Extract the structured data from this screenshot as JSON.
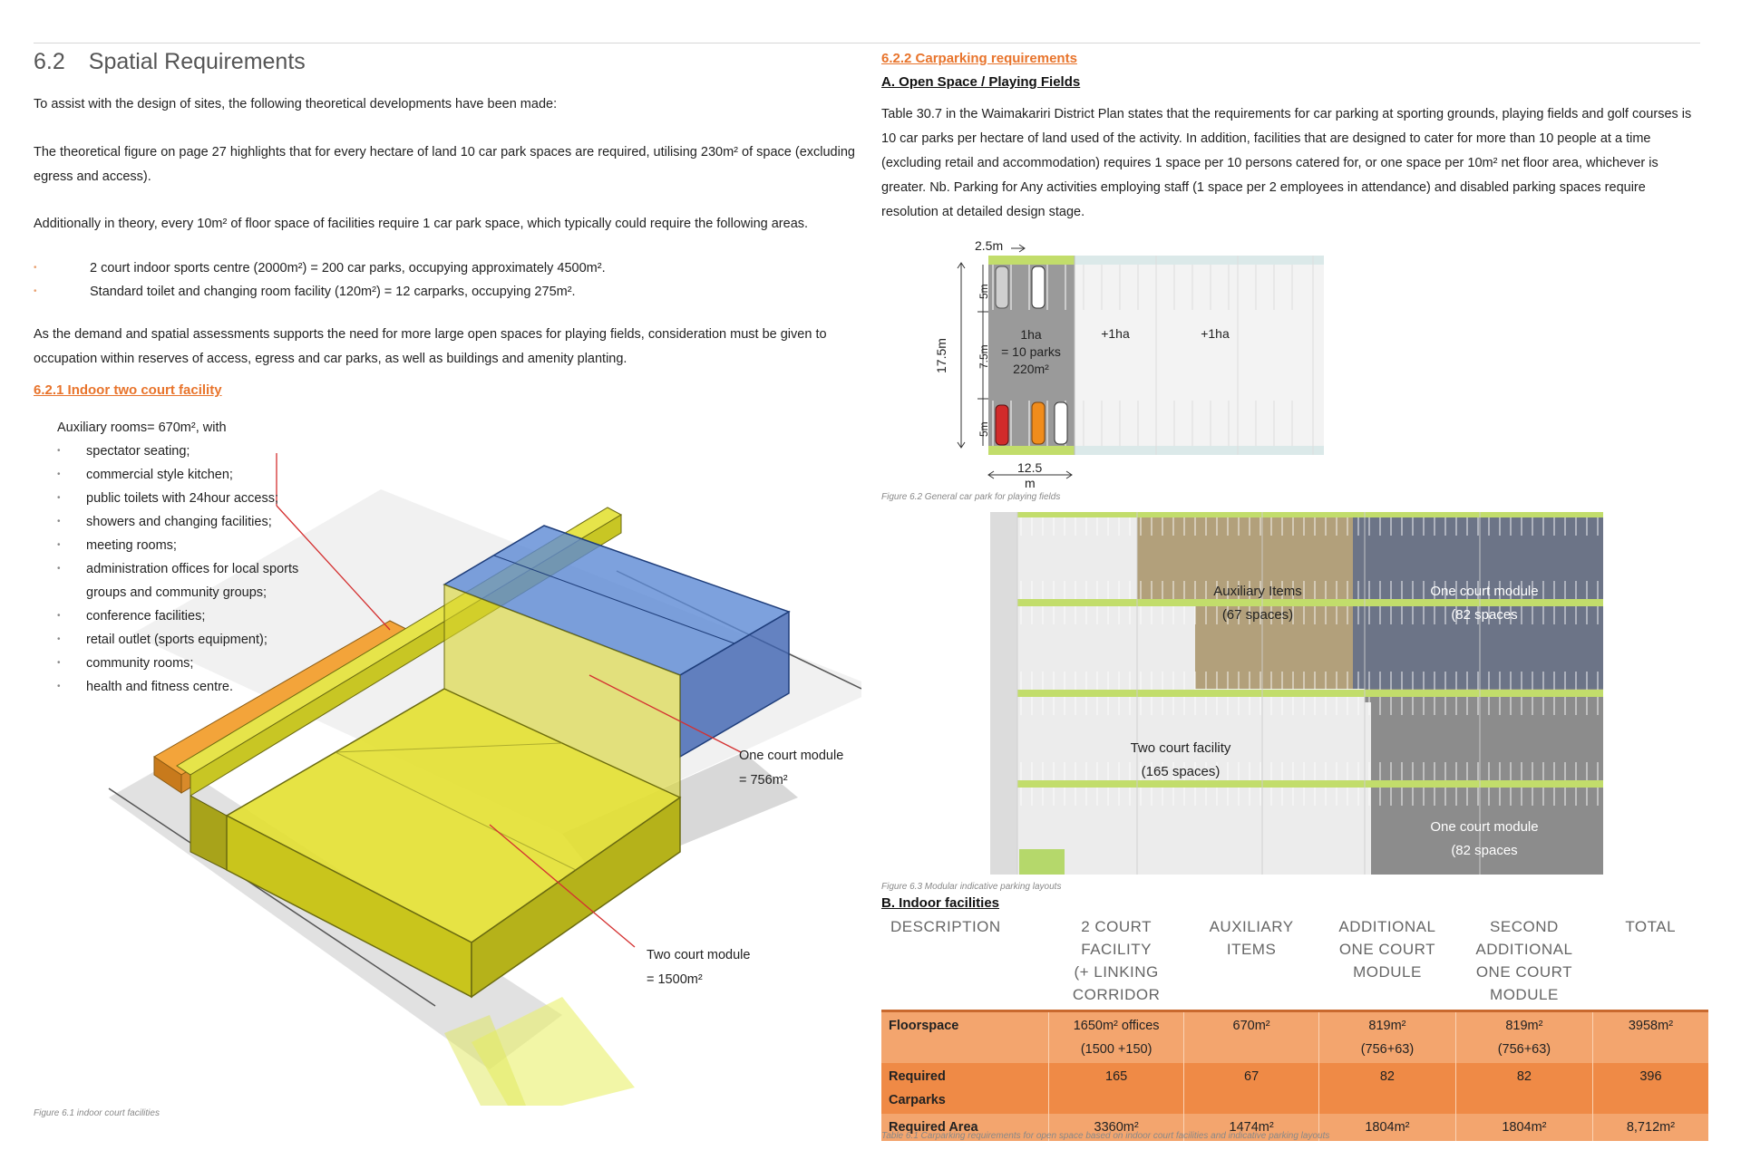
{
  "section": {
    "number": "6.2",
    "title": "Spatial Requirements"
  },
  "left": {
    "p1": "To assist with the design of sites, the following theoretical  developments have been made:",
    "p2": "The theoretical figure on page 27 highlights that for every hectare of land 10 car park spaces are required, utilising 230m² of space (excluding egress and access).",
    "p3": "Additionally in theory, every 10m² of floor space of facilities require 1 car park space, which typically could require the following areas.",
    "bullets": [
      "2 court indoor sports centre (2000m²) = 200 car parks, occupying approximately 4500m².",
      "Standard toilet and changing room facility (120m²) = 12 carparks, occupying 275m²."
    ],
    "p4": "As the demand and spatial assessments supports the need for more large open spaces for playing fields, consideration must be given to occupation within reserves of access, egress and car parks, as well as buildings and amenity planting.",
    "subhead": "6.2.1 Indoor two court facility",
    "aux_title": "Auxiliary rooms= 670m², with",
    "aux_items": [
      "spectator seating;",
      "commercial style kitchen;",
      "public toilets with 24hour access;",
      "showers and changing facilities;",
      "meeting rooms;",
      "administration offices for local sports groups and community groups;",
      "conference facilities;",
      "retail outlet (sports equipment);",
      "community rooms;",
      "health and fitness centre."
    ],
    "callout_one": [
      "One court module",
      "= 756m²"
    ],
    "callout_two": [
      "Two court module",
      "= 1500m²"
    ],
    "fig_caption": "Figure 6.1 indoor court facilities"
  },
  "right": {
    "subhead": "6.2.2 Carparking requirements",
    "heading_a": "A. Open Space / Playing Fields",
    "p1": "Table 30.7 in the Waimakariri District Plan states that the requirements for car parking at sporting grounds, playing fields and golf courses is 10 car parks per hectare of land used of the activity.  In addition, facilities that are designed to cater for more than 10 people at a time (excluding retail and accommodation) requires 1 space per 10 persons catered for, or one space per 10m² net floor area, whichever is greater.  Nb. Parking for Any activities employing staff (1 space per 2 employees in attendance) and disabled parking spaces require resolution at detailed design stage.",
    "fig2": {
      "dim_top": "2.5m",
      "dim_17": "17.5m",
      "dim_5a": "5m",
      "dim_75": "7.5m",
      "dim_5b": "5m",
      "dim_125a": "12.5",
      "dim_125b": "m",
      "ha_lines": [
        "1ha",
        "= 10 parks",
        "220m²"
      ],
      "plus1": "+1ha",
      "plus2": "+1ha",
      "caption": "Figure 6.2 General car park for playing fields"
    },
    "fig3": {
      "aux": [
        "Auxiliary Items",
        "(67 spaces)"
      ],
      "one_top": [
        "One court module",
        "(82 spaces"
      ],
      "two": [
        "Two court facility",
        "(165 spaces)"
      ],
      "one_bottom": [
        "One court module",
        "(82 spaces"
      ],
      "caption": "Figure 6.3 Modular indicative parking layouts"
    },
    "heading_b": "B. Indoor facilities",
    "table": {
      "headers": [
        [
          "DESCRIPTION"
        ],
        [
          "2 COURT",
          "FACILITY",
          "(+ LINKING",
          "CORRIDOR"
        ],
        [
          "AUXILIARY",
          "ITEMS"
        ],
        [
          "ADDITIONAL",
          "ONE COURT",
          "MODULE"
        ],
        [
          "SECOND",
          "ADDITIONAL",
          "ONE COURT",
          "MODULE"
        ],
        [
          "TOTAL"
        ]
      ],
      "rows": [
        {
          "label": [
            "Floorspace"
          ],
          "cells": [
            [
              "1650m² offices",
              "(1500 +150)"
            ],
            [
              "670m²"
            ],
            [
              "819m²",
              "(756+63)"
            ],
            [
              "819m²",
              "(756+63)"
            ],
            [
              "3958m²"
            ]
          ]
        },
        {
          "label": [
            "Required",
            "Carparks"
          ],
          "cells": [
            [
              "165"
            ],
            [
              "67"
            ],
            [
              "82"
            ],
            [
              "82"
            ],
            [
              "396"
            ]
          ]
        },
        {
          "label": [
            "Required Area"
          ],
          "cells": [
            [
              "3360m²"
            ],
            [
              "1474m²"
            ],
            [
              "1804m²"
            ],
            [
              "1804m²"
            ],
            [
              "8,712m²"
            ]
          ]
        }
      ],
      "caption": "Table 6.1 Carparking requirements for open space based on indoor court facilities and indicative parking layouts"
    }
  },
  "colors": {
    "orange": "#e8742c",
    "table_light": "#f3a56e",
    "table_dark": "#ef8a46",
    "verge_green": "#c2dd6b",
    "aux_brown": "#b2a07b",
    "module_blue": "#6c7487",
    "building_yellow": "#e0de2c",
    "building_blue": "#5b86d0",
    "building_orange": "#f0a02c"
  }
}
